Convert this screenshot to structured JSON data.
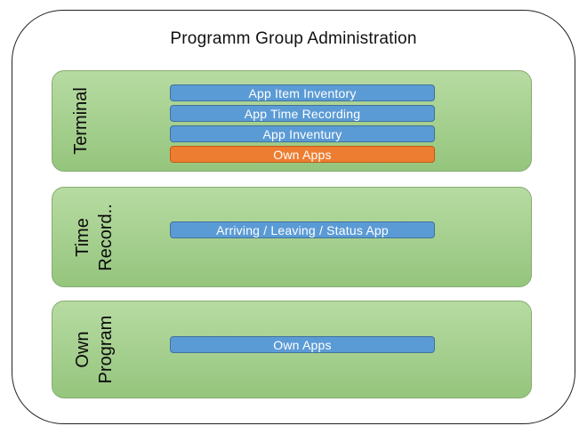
{
  "title": "Programm Group Administration",
  "colors": {
    "group_fill_top": "#b7dba2",
    "group_fill_bottom": "#95c57d",
    "group_border": "#87ab70",
    "app_blue_fill": "#5b9bd5",
    "app_blue_border": "#41719c",
    "app_orange_fill": "#ed7d31",
    "app_orange_border": "#c55a11",
    "outer_border": "#222222",
    "bar_text": "#ffffff",
    "label_text": "#0a0a0a"
  },
  "groups": [
    {
      "label": "Terminal",
      "apps": [
        {
          "label": "App Item Inventory",
          "color": "blue"
        },
        {
          "label": "App Time Recording",
          "color": "blue"
        },
        {
          "label": "App Inventury",
          "color": "blue"
        },
        {
          "label": "Own Apps",
          "color": "orange"
        }
      ]
    },
    {
      "label": "Time\nRecord..",
      "apps": [
        {
          "label": "Arriving / Leaving / Status App",
          "color": "blue"
        }
      ]
    },
    {
      "label": "Own\nProgram",
      "apps": [
        {
          "label": "Own Apps",
          "color": "blue"
        }
      ]
    }
  ]
}
